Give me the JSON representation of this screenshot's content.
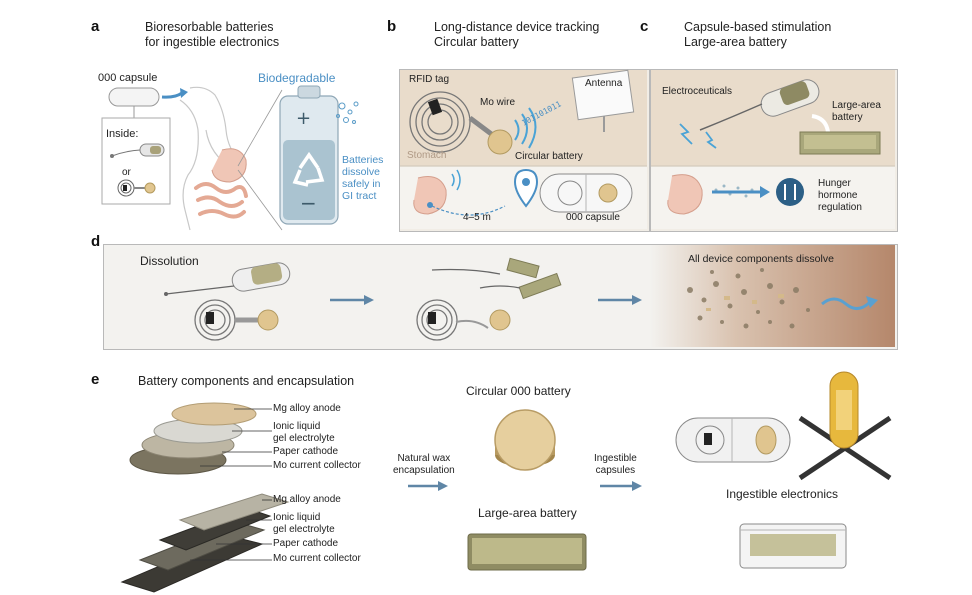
{
  "panel_a": {
    "letter": "a",
    "title": "Bioresorbable batteries\nfor ingestible electronics",
    "capsule_label": "000 capsule",
    "biodegradable_label": "Biodegradable",
    "inside_label": "Inside:",
    "or_label": "or",
    "dissolve_label": "Batteries\ndissolve\nsafely in\nGI tract"
  },
  "panel_b": {
    "letter": "b",
    "title": "Long-distance device tracking\nCircular battery",
    "rfid_label": "RFID tag",
    "mo_wire_label": "Mo wire",
    "antenna_label": "Antenna",
    "stomach_label": "Stomach",
    "circular_battery_label": "Circular battery",
    "binary_text": "101101011",
    "distance_label": "4–5 m",
    "capsule_label": "000 capsule"
  },
  "panel_c": {
    "letter": "c",
    "title": "Capsule-based stimulation\nLarge-area battery",
    "electroceuticals_label": "Electroceuticals",
    "large_area_label": "Large-area\nbattery",
    "hunger_label": "Hunger\nhormone\nregulation"
  },
  "panel_d": {
    "letter": "d",
    "dissolution_label": "Dissolution",
    "components_label": "All device components dissolve"
  },
  "panel_e": {
    "letter": "e",
    "title": "Battery components and encapsulation",
    "layers_top": [
      "Mg alloy anode",
      "Ionic liquid\ngel electrolyte",
      "Paper cathode",
      "Mo current collector"
    ],
    "layers_bottom": [
      "Mg alloy anode",
      "Ionic liquid\ngel electrolyte",
      "Paper cathode",
      "Mo current collector"
    ],
    "wax_label": "Natural wax\nencapsulation",
    "circular_battery_label": "Circular 000 battery",
    "large_battery_label": "Large-area battery",
    "capsules_label": "Ingestible\ncapsules",
    "electronics_label": "Ingestible electronics"
  },
  "colors": {
    "arrow": "#5f86a6",
    "accent_blue": "#4a8fc4",
    "battery_gold": "#d9c08f",
    "panel_bg": "#f1ede6"
  }
}
